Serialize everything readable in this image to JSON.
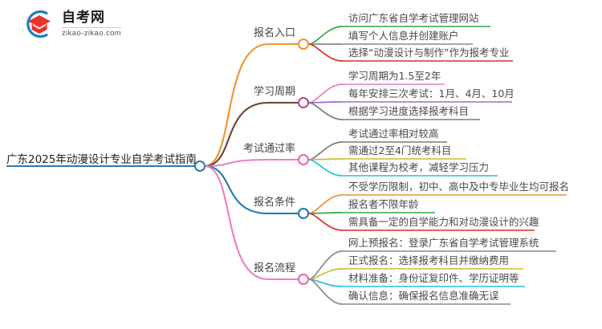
{
  "logo": {
    "icon": "graduation-cap-logo-icon",
    "name_cn": "自考网",
    "url": "zikao-zikao.com",
    "arc_color": "#1b7fc4",
    "cap_color": "#e8312a"
  },
  "mindmap": {
    "root": {
      "label": "广东2025年动漫设计专业自学考试指南",
      "node_color": "#2a7ab9"
    },
    "branches": [
      {
        "label": "报名入口",
        "color": "#f0932b",
        "node_color": "#f0932b",
        "children": [
          {
            "label": "访问广东省自学考试管理网站",
            "color": "#2fa84f"
          },
          {
            "label": "填写个人信息并创建账户",
            "color": "#8a8a8a"
          },
          {
            "label": "选择“动漫设计与制作”作为报考专业",
            "color": "#d93025"
          }
        ]
      },
      {
        "label": "学习周期",
        "color": "#6b4430",
        "node_color": "#b04a8a",
        "children": [
          {
            "label": "学习周期为1.5至2年",
            "color": "#e87fc4"
          },
          {
            "label": "每年安排三次考试：1月、4月、10月",
            "color": "#9b6bd6"
          },
          {
            "label": "根据学习进度选择报考科目",
            "color": "#7a7a7a"
          }
        ]
      },
      {
        "label": "考试通过率",
        "color": "#ef7ec0",
        "node_color": "#ef5fb0",
        "children": [
          {
            "label": "考试通过率相对较高",
            "color": "#7a7a7a"
          },
          {
            "label": "需通过2至4门统考科目",
            "color": "#c9c032"
          },
          {
            "label": "其他课程为校考，减轻学习压力",
            "color": "#2bbfd9"
          }
        ]
      },
      {
        "label": "报名条件",
        "color": "#1f78b4",
        "node_color": "#1f78b4",
        "children": [
          {
            "label": "不受学历限制，初中、高中及中专毕业生均可报名",
            "color": "#f0932b"
          },
          {
            "label": "报名者不限年龄",
            "color": "#2fa84f"
          },
          {
            "label": "需具备一定的自学能力和对动漫设计的兴趣",
            "color": "#d93025"
          }
        ]
      },
      {
        "label": "报名流程",
        "color": "#ef7ec0",
        "node_color": "#ef5fb0",
        "children": [
          {
            "label": "网上预报名：登录广东省自学考试管理系统",
            "color": "#8a8a8a"
          },
          {
            "label": "正式报名：选择报考科目并缴纳费用",
            "color": "#c9c032"
          },
          {
            "label": "材料准备：身份证复印件、学历证明等",
            "color": "#2bbfd9"
          },
          {
            "label": "确认信息：确保报名信息准确无误",
            "color": "#8a8a8a"
          }
        ]
      }
    ]
  }
}
